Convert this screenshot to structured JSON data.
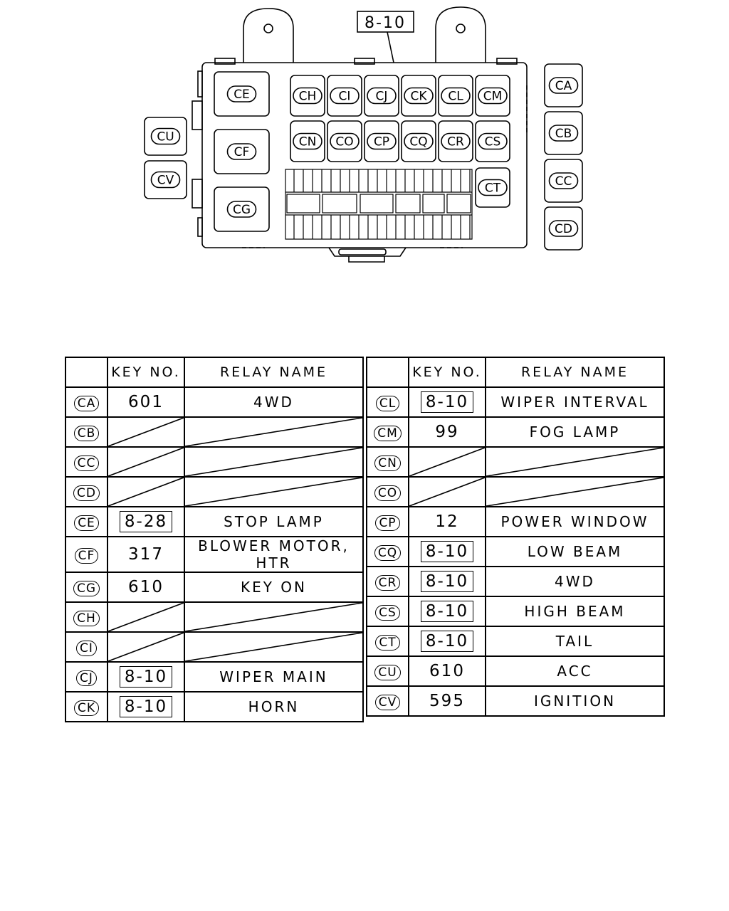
{
  "diagram": {
    "top_reference": "8-10",
    "left_relays": [
      "CU",
      "CV"
    ],
    "main_relays": [
      "CE",
      "CF",
      "CG"
    ],
    "grid_row1": [
      "CH",
      "CI",
      "CJ",
      "CK",
      "CL",
      "CM"
    ],
    "grid_row2": [
      "CN",
      "CO",
      "CP",
      "CQ",
      "CR",
      "CS"
    ],
    "grid_extra": "CT",
    "right_relays": [
      "CA",
      "CB",
      "CC",
      "CD"
    ]
  },
  "tables": [
    {
      "headers": {
        "code": "",
        "key": "KEY NO.",
        "name": "RELAY NAME"
      },
      "rows": [
        {
          "code": "CA",
          "key": "601",
          "boxed": false,
          "name": "4WD"
        },
        {
          "code": "CB",
          "key": "",
          "boxed": false,
          "name": ""
        },
        {
          "code": "CC",
          "key": "",
          "boxed": false,
          "name": ""
        },
        {
          "code": "CD",
          "key": "",
          "boxed": false,
          "name": ""
        },
        {
          "code": "CE",
          "key": "8-28",
          "boxed": true,
          "name": "STOP LAMP"
        },
        {
          "code": "CF",
          "key": "317",
          "boxed": false,
          "name": "BLOWER MOTOR, HTR"
        },
        {
          "code": "CG",
          "key": "610",
          "boxed": false,
          "name": "KEY ON"
        },
        {
          "code": "CH",
          "key": "",
          "boxed": false,
          "name": ""
        },
        {
          "code": "CI",
          "key": "",
          "boxed": false,
          "name": ""
        },
        {
          "code": "CJ",
          "key": "8-10",
          "boxed": true,
          "name": "WIPER MAIN"
        },
        {
          "code": "CK",
          "key": "8-10",
          "boxed": true,
          "name": "HORN"
        }
      ]
    },
    {
      "headers": {
        "code": "",
        "key": "KEY NO.",
        "name": "RELAY NAME"
      },
      "rows": [
        {
          "code": "CL",
          "key": "8-10",
          "boxed": true,
          "name": "WIPER INTERVAL"
        },
        {
          "code": "CM",
          "key": "99",
          "boxed": false,
          "name": "FOG LAMP"
        },
        {
          "code": "CN",
          "key": "",
          "boxed": false,
          "name": ""
        },
        {
          "code": "CO",
          "key": "",
          "boxed": false,
          "name": ""
        },
        {
          "code": "CP",
          "key": "12",
          "boxed": false,
          "name": "POWER WINDOW"
        },
        {
          "code": "CQ",
          "key": "8-10",
          "boxed": true,
          "name": "LOW BEAM"
        },
        {
          "code": "CR",
          "key": "8-10",
          "boxed": true,
          "name": "4WD"
        },
        {
          "code": "CS",
          "key": "8-10",
          "boxed": true,
          "name": "HIGH BEAM"
        },
        {
          "code": "CT",
          "key": "8-10",
          "boxed": true,
          "name": "TAIL"
        },
        {
          "code": "CU",
          "key": "610",
          "boxed": false,
          "name": "ACC"
        },
        {
          "code": "CV",
          "key": "595",
          "boxed": false,
          "name": "IGNITION"
        }
      ]
    }
  ]
}
